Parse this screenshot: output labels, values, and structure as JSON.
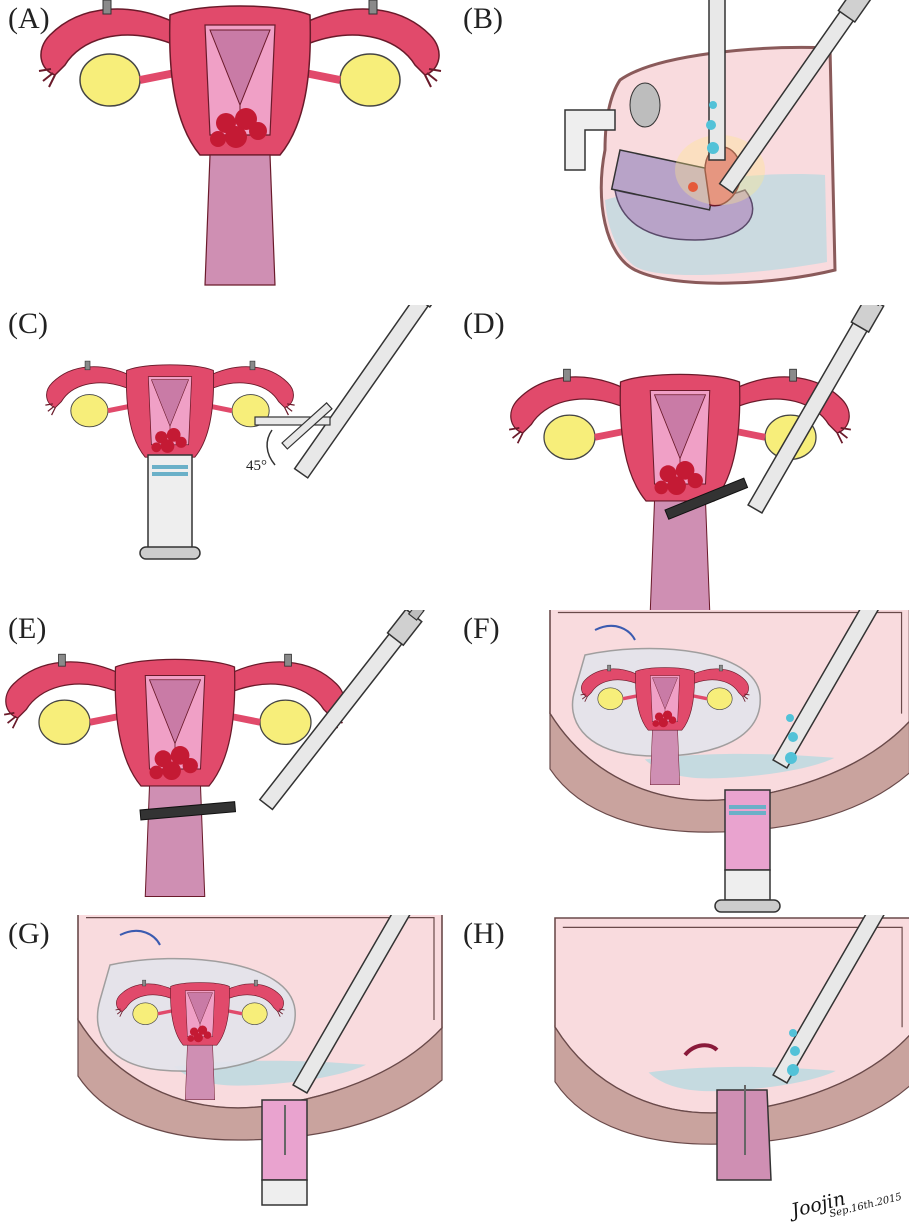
{
  "panels": [
    {
      "label": "(A)"
    },
    {
      "label": "(B)"
    },
    {
      "label": "(C)"
    },
    {
      "label": "(D)"
    },
    {
      "label": "(E)"
    },
    {
      "label": "(F)"
    },
    {
      "label": "(G)"
    },
    {
      "label": "(H)"
    }
  ],
  "annotations": {
    "angle": "45°"
  },
  "signature": {
    "name": "Joojin",
    "date": "Sep.16th.2015"
  },
  "colors": {
    "uterus": "#e14a6b",
    "uterus_dark": "#b8304e",
    "cavity": "#f0a0c6",
    "cervix": "#cf8fb3",
    "ovary": "#f7ee7a",
    "tumor": "#c41a34",
    "abdomen_fill": "#f9dbde",
    "wall": "#c9a39e",
    "fluid": "#bfd9e0",
    "droplet": "#52c2d8",
    "instrument": "#e8e8e8",
    "bag": "#e4e4ec"
  }
}
